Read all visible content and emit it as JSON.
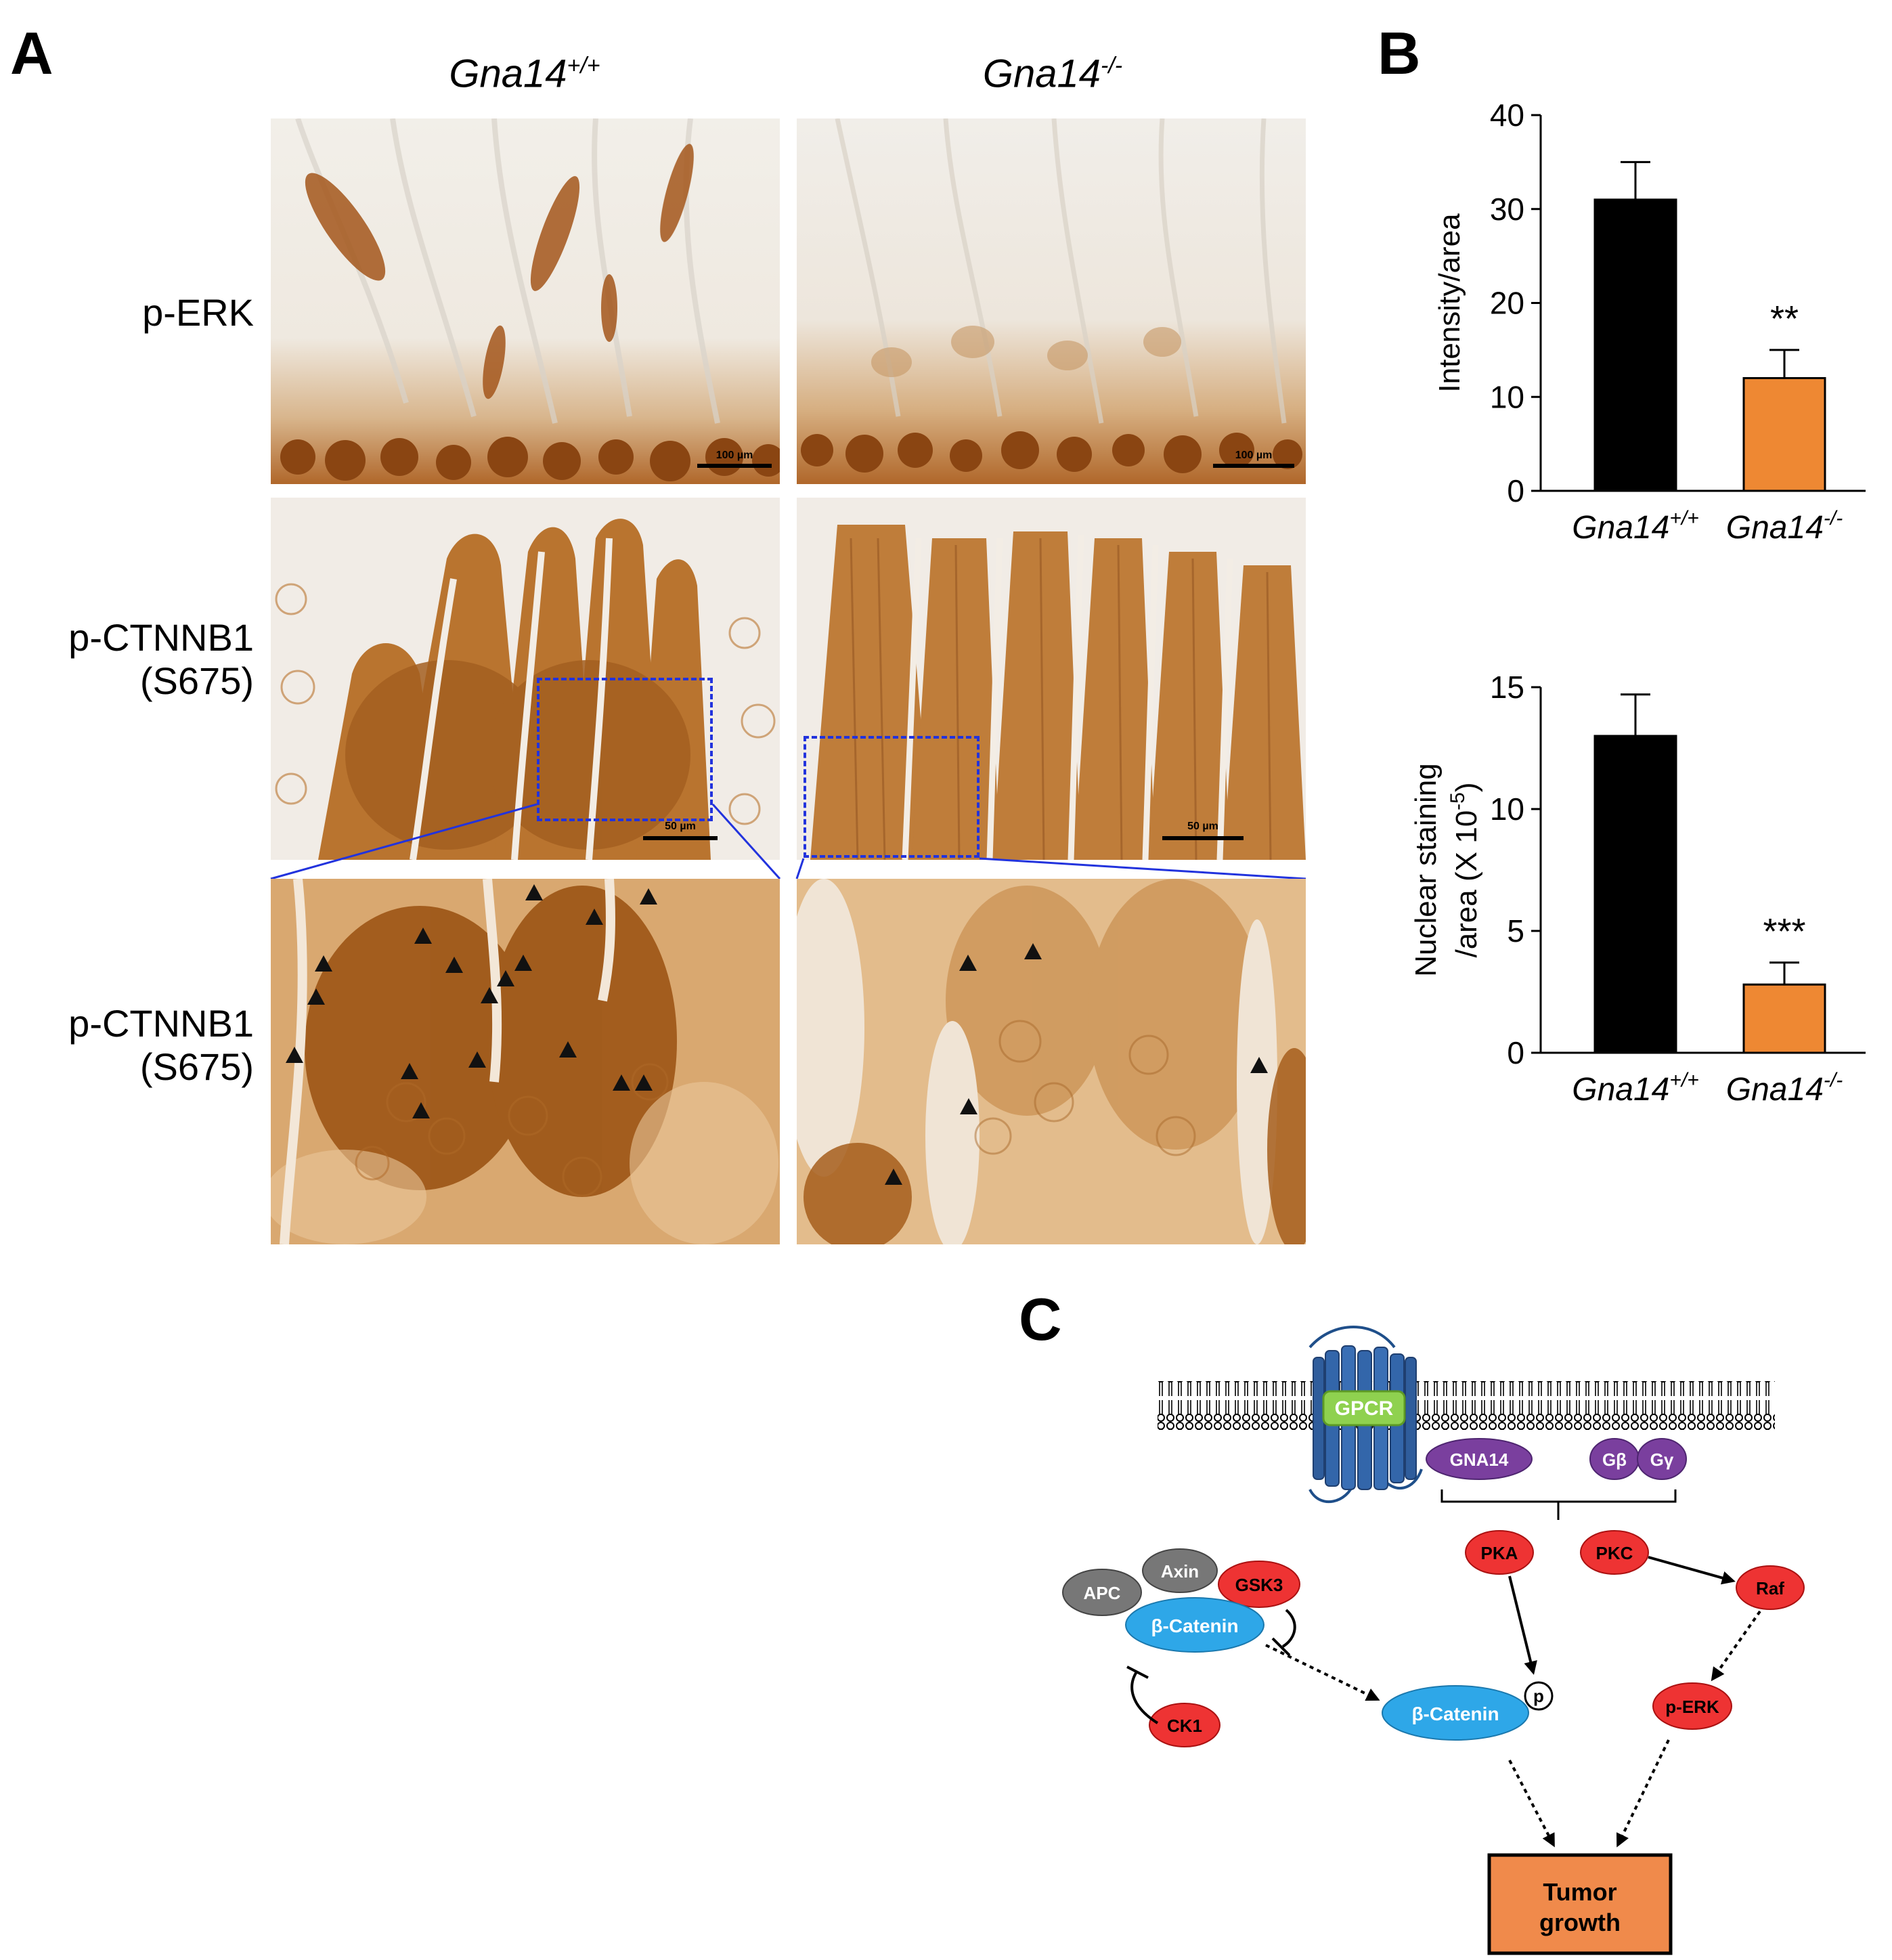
{
  "panel_a": {
    "label": "A",
    "col_wt": {
      "gene": "Gna14",
      "sup": "+/+"
    },
    "col_ko": {
      "gene": "Gna14",
      "sup": "-/-"
    },
    "row1_label": "p-ERK",
    "row2_label_1": "p-CTNNB1",
    "row2_label_2": "(S675)",
    "row3_label_1": "p-CTNNB1",
    "row3_label_2": "(S675)",
    "scale_row1": "100 µm",
    "scale_row2": "50 µm"
  },
  "panel_b": {
    "label": "B"
  },
  "chart_data": [
    {
      "type": "bar",
      "categories": [
        "Gna14+/+",
        "Gna14-/-"
      ],
      "values": [
        31,
        12
      ],
      "errors": [
        4,
        3
      ],
      "significance": [
        "",
        "**"
      ],
      "ylabel": "Intensity/area",
      "ylim": [
        0,
        40
      ],
      "yticks": [
        0,
        10,
        20,
        30,
        40
      ],
      "colors": [
        "#000000",
        "#ee8833"
      ]
    },
    {
      "type": "bar",
      "categories": [
        "Gna14+/+",
        "Gna14-/-"
      ],
      "values": [
        13,
        2.8
      ],
      "errors": [
        1.7,
        0.9
      ],
      "significance": [
        "",
        "***"
      ],
      "ylabel_line1": "Nuclear staining",
      "ylabel_line2": "/area (X 10-5)",
      "ylim": [
        0,
        15
      ],
      "yticks": [
        0,
        5,
        10,
        15
      ],
      "colors": [
        "#000000",
        "#ee8833"
      ]
    }
  ],
  "panel_c": {
    "label": "C",
    "nodes": {
      "gpcr": "GPCR",
      "gna14": "GNA14",
      "gb": "Gβ",
      "gg": "Gγ",
      "pka": "PKA",
      "pkc": "PKC",
      "raf": "Raf",
      "perk": "p-ERK",
      "apc": "APC",
      "axin": "Axin",
      "gsk3": "GSK3",
      "bcat1": "β-Catenin",
      "ck1": "CK1",
      "bcat2": "β-Catenin",
      "p": "p",
      "tumor_1": "Tumor",
      "tumor_2": "growth"
    },
    "colors": {
      "red": "#ee3333",
      "purple": "#7a3f9e",
      "gray": "#777777",
      "blue": "#2ea7e8",
      "green": "#8fd14f",
      "orange": "#f08a4b",
      "receptor": "#3366aa"
    }
  }
}
